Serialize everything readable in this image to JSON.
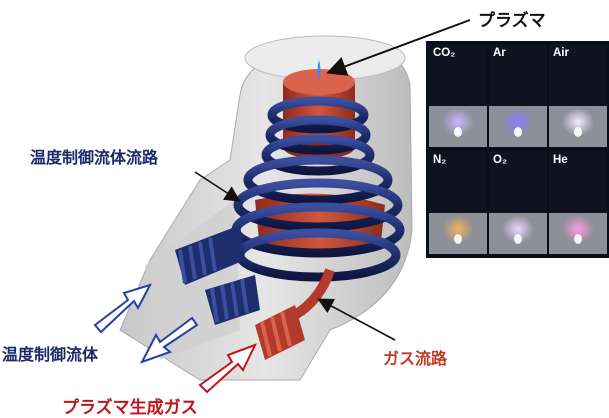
{
  "labels": {
    "plasma": "プラズマ",
    "coolant_path": "温度制御流体流路",
    "coolant": "温度制御流体",
    "gas_path": "ガス流路",
    "plasma_gas": "プラズマ生成ガス"
  },
  "gas_panel": {
    "cells": [
      {
        "name": "CO₂",
        "flame": "#c9b7ff"
      },
      {
        "name": "Ar",
        "flame": "#8f7bff"
      },
      {
        "name": "Air",
        "flame": "#f4eaff"
      },
      {
        "name": "N₂",
        "flame": "#f2b35a"
      },
      {
        "name": "O₂",
        "flame": "#ecd6ff"
      },
      {
        "name": "He",
        "flame": "#ff9de0"
      }
    ]
  },
  "colors": {
    "coolant_label": "#1c2a6a",
    "gas_label": "#c0392b",
    "coil_blue": "#1e2d6e",
    "coil_red": "#b33a2a",
    "body_gray": "#d9d9d9"
  }
}
